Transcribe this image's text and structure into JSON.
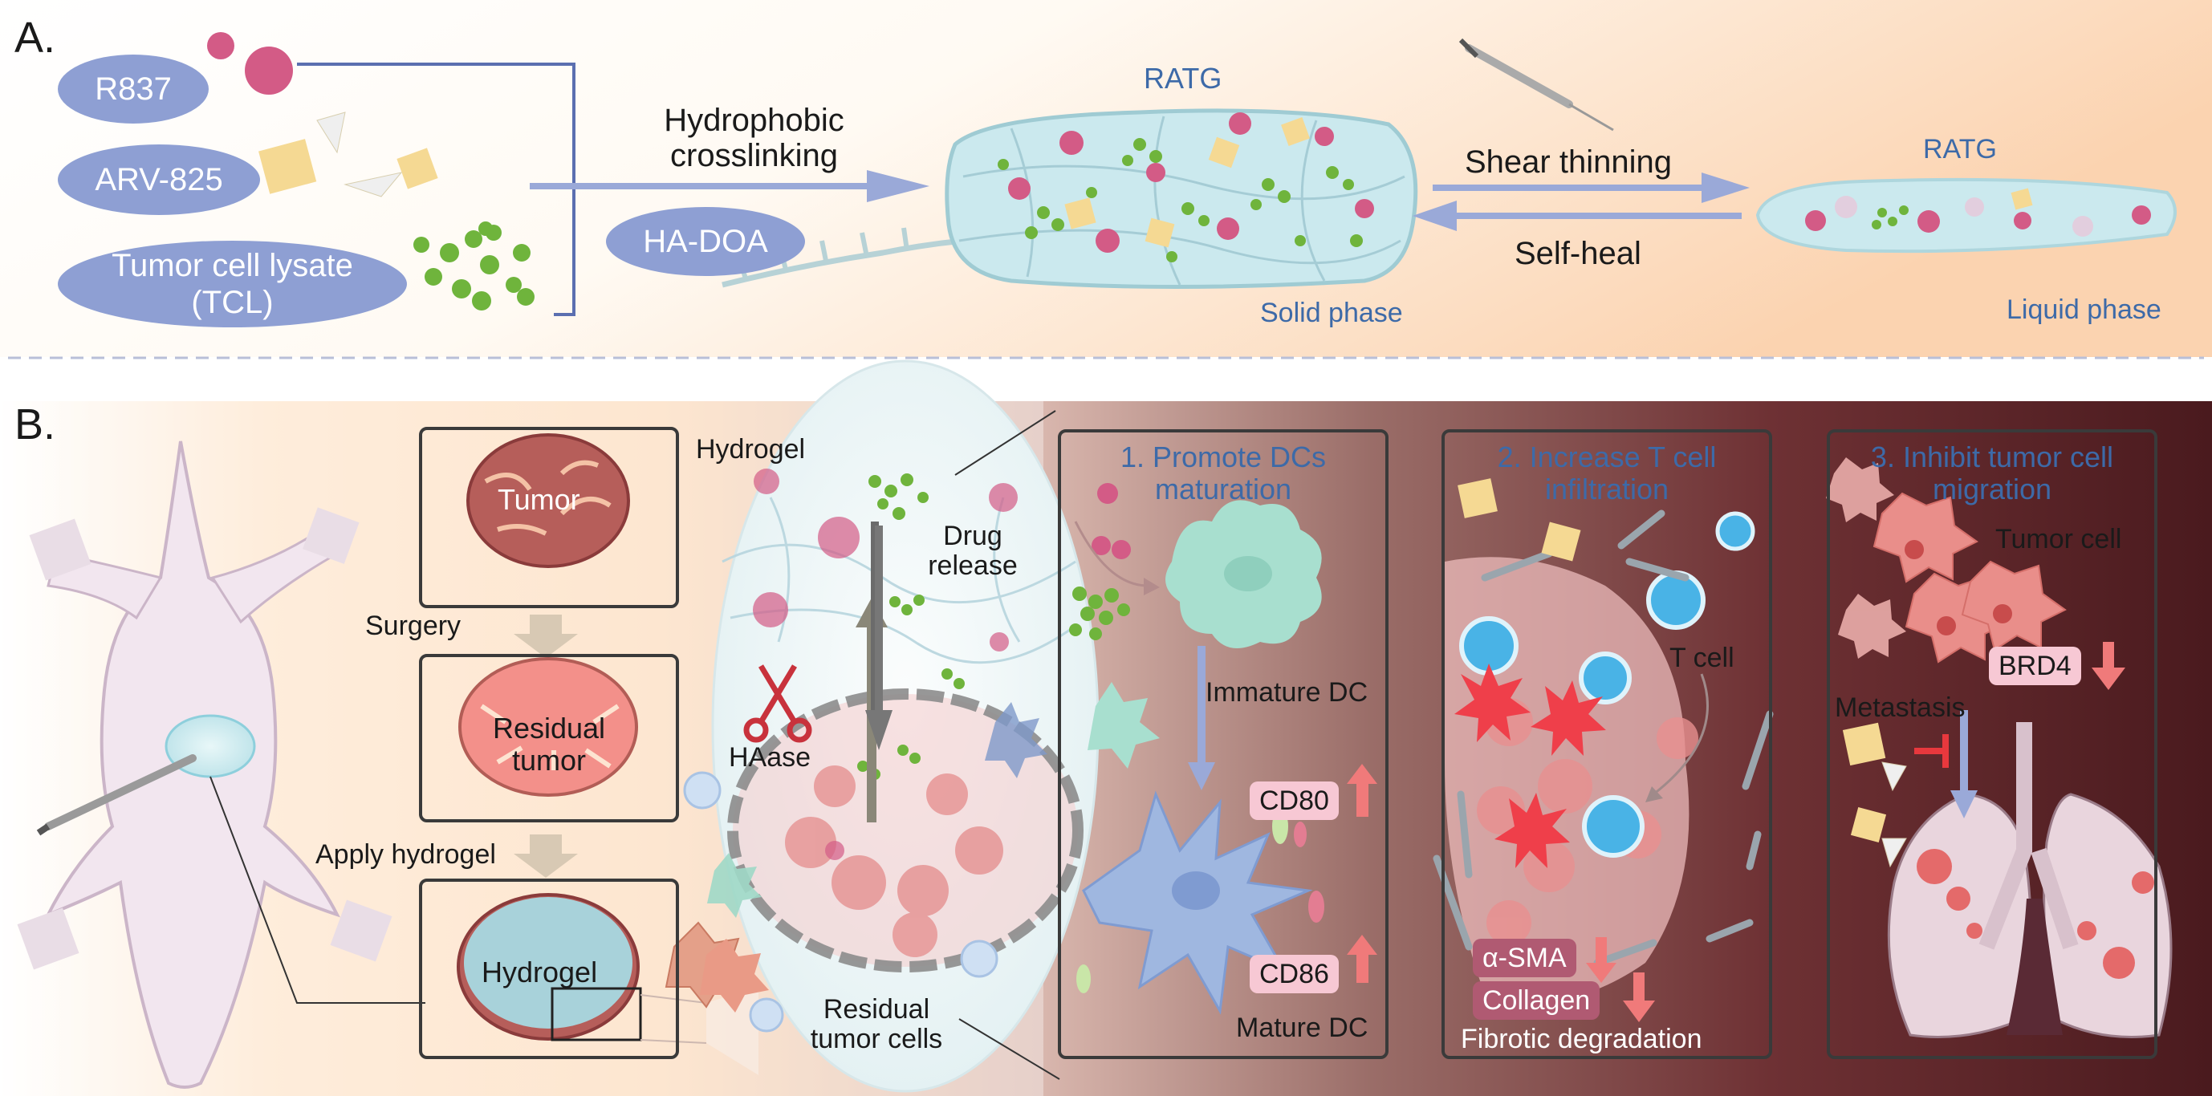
{
  "panel_a": {
    "label": "A.",
    "inputs": {
      "r837": "R837",
      "arv825": "ARV-825",
      "tcl_line1": "Tumor cell lysate",
      "tcl_line2": "(TCL)"
    },
    "crosslink_line1": "Hydrophobic",
    "crosslink_line2": "crosslinking",
    "hadoa": "HA-DOA",
    "ratg_solid_title": "RATG",
    "solid_phase": "Solid phase",
    "shear_thinning": "Shear thinning",
    "self_heal": "Self-heal",
    "ratg_liquid_title": "RATG",
    "liquid_phase": "Liquid phase"
  },
  "panel_b": {
    "label": "B.",
    "flow": {
      "tumor": "Tumor",
      "surgery": "Surgery",
      "residual_line1": "Residual",
      "residual_line2": "tumor",
      "apply_hydrogel": "Apply hydrogel",
      "hydrogel": "Hydrogel"
    },
    "zoom": {
      "hydrogel": "Hydrogel",
      "drug_line1": "Drug",
      "drug_line2": "release",
      "haase": "HAase",
      "residual_line1": "Residual",
      "residual_line2": "tumor cells"
    },
    "box1": {
      "title_line1": "1. Promote DCs",
      "title_line2": "maturation",
      "immature": "Immature DC",
      "cd80": "CD80",
      "cd86": "CD86",
      "mature": "Mature DC"
    },
    "box2": {
      "title_line1": "2. Increase T cell",
      "title_line2": "infiltration",
      "tcell": "T cell",
      "asma": "α-SMA",
      "collagen": "Collagen",
      "fibrotic": "Fibrotic degradation"
    },
    "box3": {
      "title_line1": "3. Inhibit tumor cell",
      "title_line2": "migration",
      "tumor_cell": "Tumor cell",
      "brd4": "BRD4",
      "metastasis": "Metastasis"
    }
  },
  "colors": {
    "title_blue": "#3d6aa8",
    "pill_blue": "#8e9fd3",
    "arrow_blue": "#9aa9d8",
    "up_arrow_red": "#f07a7a",
    "tag_pink": "#f7c8d4",
    "dark_bg": "#4a1a1e",
    "dc_green": "#a8dfcf",
    "dc_blue": "#9fb7e0",
    "tumor_red": "#e88a86",
    "tcell_blue": "#49b3e6"
  }
}
